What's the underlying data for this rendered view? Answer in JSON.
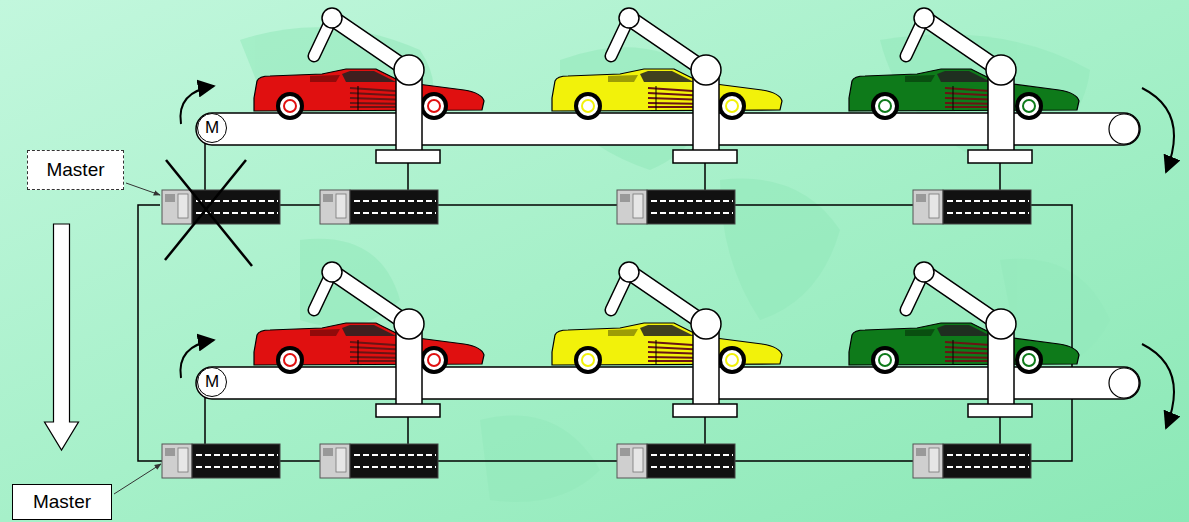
{
  "diagram": {
    "nodes": [
      {
        "text": [
          "Master"
        ]
      },
      {
        "text": [
          "Master"
        ]
      },
      {
        "text": [
          "M"
        ]
      },
      {
        "text": [
          "M"
        ]
      }
    ],
    "edges": [
      {
        "from": 0,
        "to": 1,
        "arrow": "to"
      }
    ]
  }
}
